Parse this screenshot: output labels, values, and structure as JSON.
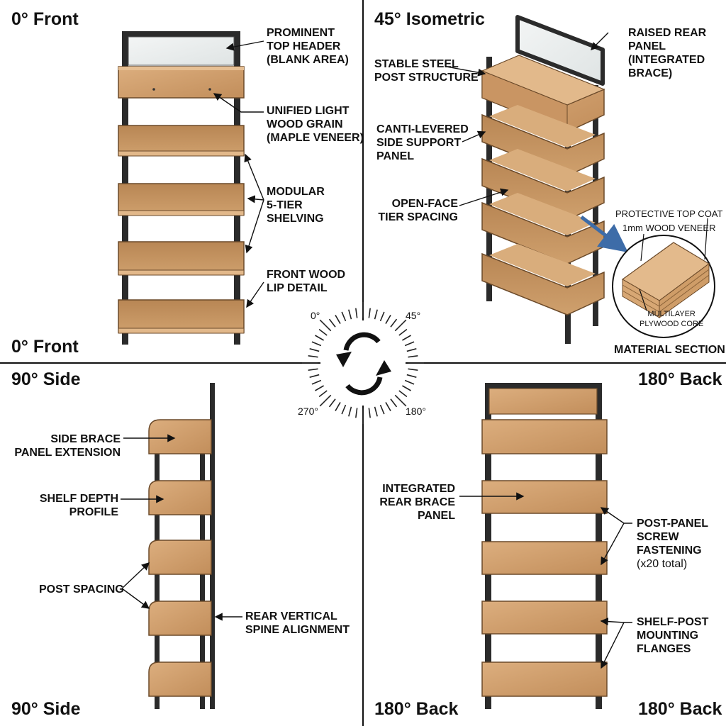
{
  "quadrants": {
    "top_left": {
      "title": "0° Front",
      "bottom_title": "0° Front",
      "callouts": [
        {
          "lines": [
            "PROMINENT",
            "TOP HEADER",
            "(BLANK AREA)"
          ]
        },
        {
          "lines": [
            "UNIFIED LIGHT",
            "WOOD GRAIN",
            "(MAPLE VENEER)"
          ]
        },
        {
          "lines": [
            "MODULAR",
            "5-TIER",
            "SHELVING"
          ]
        },
        {
          "lines": [
            "FRONT WOOD",
            "LIP DETAIL"
          ]
        }
      ]
    },
    "top_right": {
      "title": "45° Isometric",
      "callouts": [
        {
          "lines": [
            "RAISED REAR",
            "PANEL",
            "(INTEGRATED",
            "BRACE)"
          ]
        },
        {
          "lines": [
            "STABLE STEEL",
            "POST STRUCTURE"
          ]
        },
        {
          "lines": [
            "CANTI-LEVERED",
            "SIDE SUPPORT",
            "PANEL"
          ]
        },
        {
          "lines": [
            "OPEN-FACE",
            "TIER SPACING"
          ]
        }
      ],
      "material_section": {
        "title": "MATERIAL SECTION",
        "top_coat": "PROTECTIVE TOP COAT",
        "veneer": "1mm WOOD VENEER",
        "core": [
          "MULTILAYER",
          "PLYWOOD CORE"
        ]
      }
    },
    "bottom_left": {
      "title": "90° Side",
      "bottom_title": "90° Side",
      "callouts": [
        {
          "lines": [
            "SIDE BRACE",
            "PANEL EXTENSION"
          ]
        },
        {
          "lines": [
            "SHELF DEPTH",
            "PROFILE"
          ]
        },
        {
          "lines": [
            "POST SPACING"
          ]
        },
        {
          "lines": [
            "REAR VERTICAL",
            "SPINE ALIGNMENT"
          ]
        }
      ]
    },
    "bottom_right": {
      "title": "180° Back",
      "bottom_title": "180° Back",
      "bottom_left_title": "180° Back",
      "callouts": [
        {
          "lines": [
            "INTEGRATED",
            "REAR BRACE",
            "PANEL"
          ]
        },
        {
          "lines": [
            "POST-PANEL",
            "SCREW",
            "FASTENING"
          ],
          "note": "(x20 total)"
        },
        {
          "lines": [
            "SHELF-POST",
            "MOUNTING",
            "FLANGES"
          ]
        }
      ]
    }
  },
  "rotation_dial": {
    "ticks": {
      "top_left": "0°",
      "top_right": "45°",
      "bottom_left": "270°",
      "bottom_right": "180°"
    }
  },
  "colors": {
    "wood": "#d4a373",
    "wood_dark": "#b98651",
    "steel": "#2b2b2b",
    "glass": "#e9eeee",
    "arrow_blue": "#3d6ca8"
  }
}
